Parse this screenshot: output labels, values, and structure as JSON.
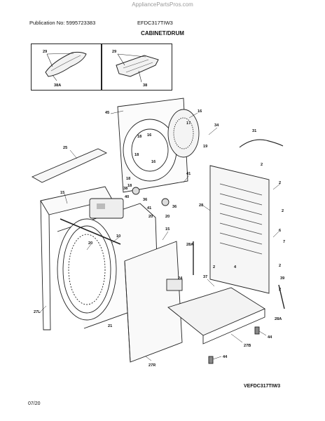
{
  "watermark": "AppliancePartsPros.com",
  "header": {
    "publication": "Publication No: 5995723383",
    "model": "EFDC317TIW3",
    "section": "CABINET/DRUM"
  },
  "insets": {
    "left": {
      "callouts": [
        "29",
        "38A"
      ]
    },
    "right": {
      "callouts": [
        "29",
        "38"
      ]
    }
  },
  "callouts": [
    "45",
    "16",
    "17",
    "34",
    "31",
    "19",
    "16",
    "18",
    "18",
    "18",
    "16",
    "25",
    "18",
    "41",
    "2",
    "38",
    "40",
    "36",
    "20",
    "41",
    "36",
    "20",
    "28",
    "15",
    "15",
    "10",
    "20",
    "28A",
    "2",
    "2",
    "6",
    "4",
    "2",
    "24",
    "37",
    "2",
    "2",
    "27L",
    "21",
    "28A",
    "44",
    "27B",
    "27R",
    "44",
    "7",
    "39"
  ],
  "footer": {
    "reference_code": "VEFDC317TIW3",
    "date": "07/20"
  }
}
